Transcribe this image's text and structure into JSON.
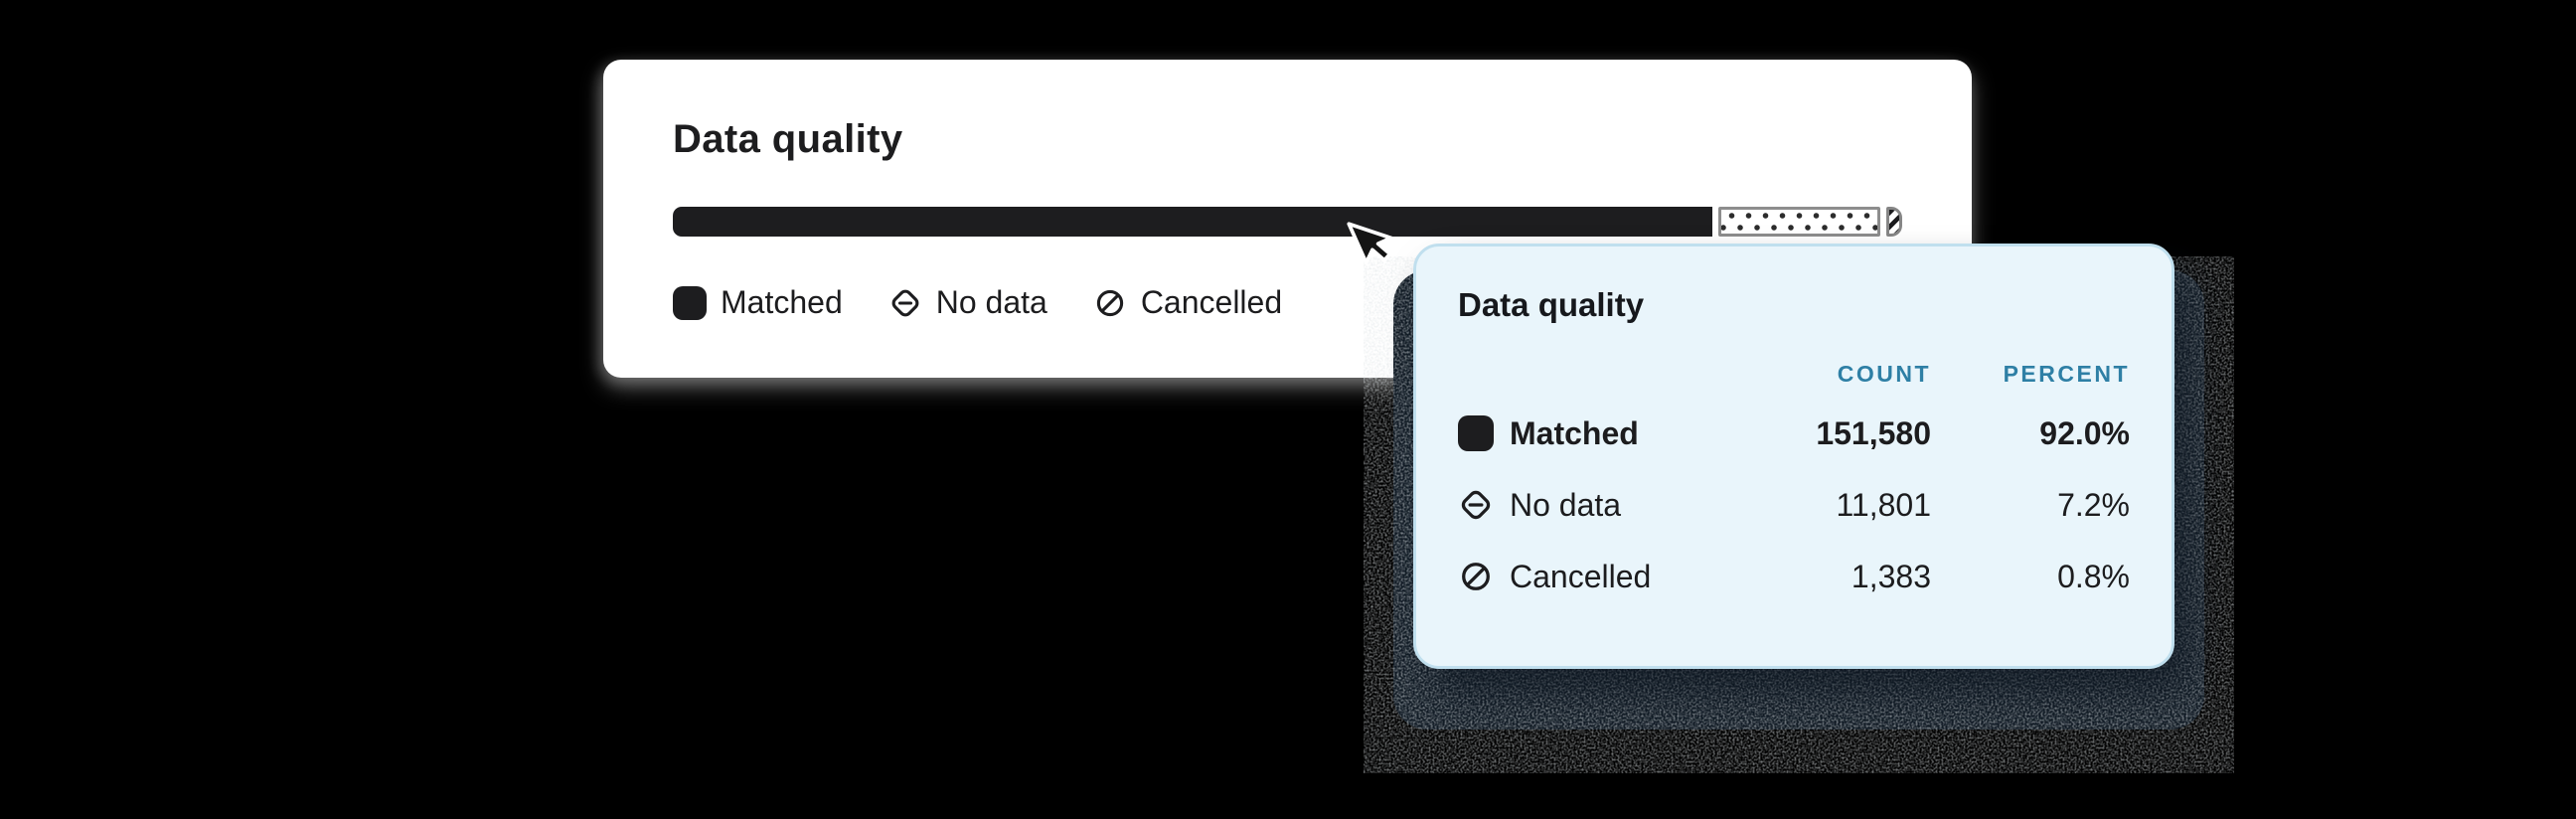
{
  "canvas": {
    "background_color": "#000000"
  },
  "card": {
    "title": "Data quality",
    "bar": {
      "segments": [
        {
          "name": "Matched",
          "pattern": "solid-black",
          "display_width_pct": 84.6
        },
        {
          "name": "No data",
          "pattern": "dotted-outline",
          "display_width_pct": 13.2
        },
        {
          "name": "Cancelled",
          "pattern": "diagonal-striped-cap",
          "display_width_pct": 1.3
        }
      ],
      "bar_color": "#1d1d1f",
      "outline_color": "#8d8d8d"
    },
    "legend": [
      {
        "label": "Matched",
        "icon": "solid-square-swatch-icon"
      },
      {
        "label": "No data",
        "icon": "diamond-minus-icon"
      },
      {
        "label": "Cancelled",
        "icon": "circle-slash-icon"
      }
    ]
  },
  "tooltip": {
    "title": "Data quality",
    "columns": {
      "count": "COUNT",
      "percent": "PERCENT"
    },
    "rows": [
      {
        "label": "Matched",
        "count": "151,580",
        "percent": "92.0%",
        "emphasized": true,
        "icon": "solid-square-swatch-icon"
      },
      {
        "label": "No data",
        "count": "11,801",
        "percent": "7.2%",
        "emphasized": false,
        "icon": "diamond-minus-icon"
      },
      {
        "label": "Cancelled",
        "count": "1,383",
        "percent": "0.8%",
        "emphasized": false,
        "icon": "circle-slash-icon"
      }
    ],
    "background_color": "#e9f5fb",
    "border_color": "#c0dfee",
    "accent_color": "#2e7fa5"
  },
  "cursor": {
    "type": "arrow-pointer"
  },
  "chart_data": {
    "type": "bar",
    "variant": "single-stacked-horizontal",
    "title": "Data quality",
    "categories": [
      "Matched",
      "No data",
      "Cancelled"
    ],
    "series": [
      {
        "name": "count",
        "values": [
          151580,
          11801,
          1383
        ]
      },
      {
        "name": "percent",
        "values": [
          92.0,
          7.2,
          0.8
        ]
      }
    ],
    "legend_position": "below-bar",
    "patterns": [
      "solid",
      "dotted",
      "striped"
    ]
  }
}
